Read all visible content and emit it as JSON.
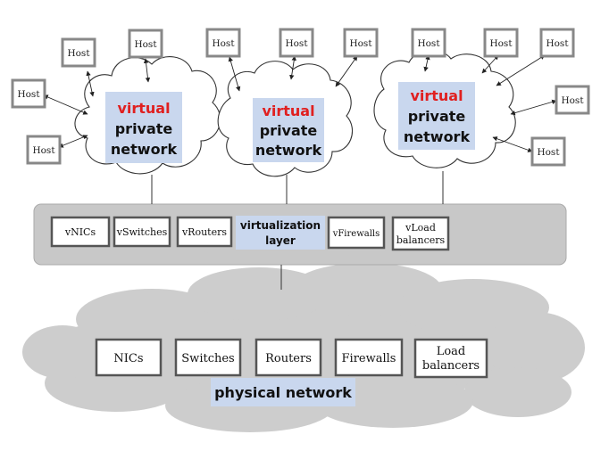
{
  "host_label": "Host",
  "vpn": {
    "line1": "virtual",
    "line2": "private",
    "line3": "network"
  },
  "virtualization_layer": {
    "label_line1": "virtualization",
    "label_line2": "layer",
    "components": [
      "vNICs",
      "vSwitches",
      "vRouters",
      "vFirewalls",
      "vLoad",
      "balancers"
    ]
  },
  "physical_network": {
    "label": "physical network",
    "components": [
      "NICs",
      "Switches",
      "Routers",
      "Firewalls",
      "Load",
      "balancers"
    ]
  },
  "colors": {
    "label_bg": "#c9d7ee",
    "accent_red": "#e02020",
    "cloud_gray": "#cdcdcd",
    "layer_gray": "#c8c8c8"
  }
}
